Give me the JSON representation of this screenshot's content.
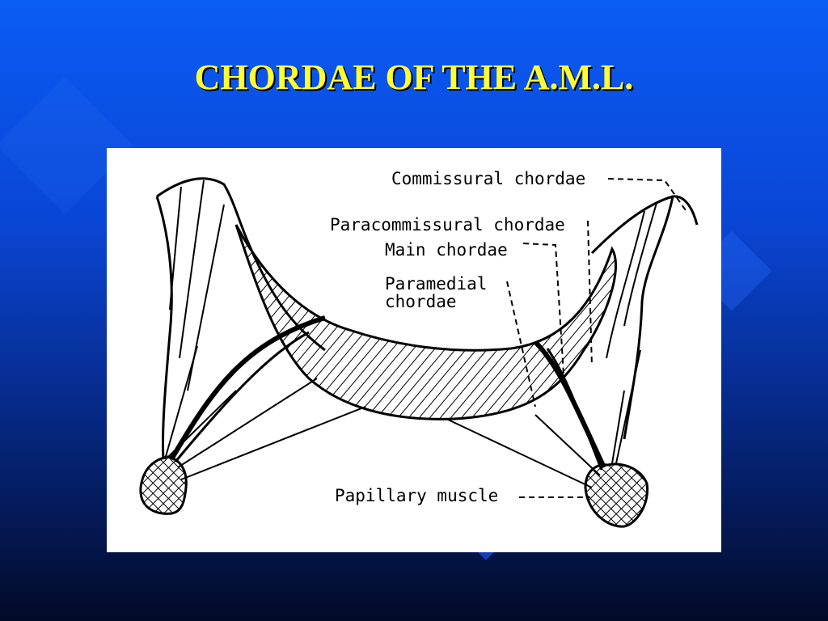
{
  "slide": {
    "title": "CHORDAE OF THE A.M.L."
  },
  "diagram": {
    "labels": {
      "commissural": "Commissural chordae",
      "paracommissural": "Paracommissural chordae",
      "main": "Main chordae",
      "paramedial_line1": "Paramedial",
      "paramedial_line2": "chordae",
      "papillary": "Papillary muscle"
    }
  }
}
